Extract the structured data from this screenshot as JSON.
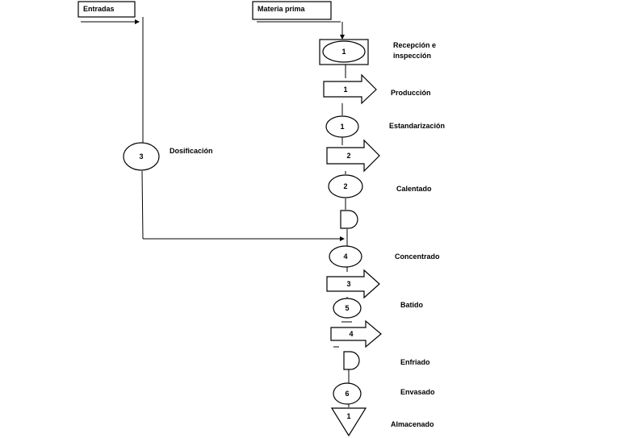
{
  "inputs": {
    "entradas": "Entradas",
    "materia_prima": "Materia prima"
  },
  "steps": [
    {
      "symbol": "1",
      "label_line1": "Recepción e",
      "label_line2": "inspección"
    },
    {
      "symbol": "1",
      "label": "Producción"
    },
    {
      "symbol": "1",
      "label": "Estandarización"
    },
    {
      "symbol": "2"
    },
    {
      "symbol": "2",
      "label": "Calentado"
    },
    {
      "symbol": "4",
      "label": "Concentrado"
    },
    {
      "symbol": "3"
    },
    {
      "symbol": "5",
      "label": "Batido"
    },
    {
      "symbol": "4"
    },
    {
      "label": "Enfriado"
    },
    {
      "symbol": "6",
      "label": "Envasado"
    },
    {
      "symbol": "1",
      "label": "Almacenado"
    }
  ],
  "side_operation": {
    "symbol": "3",
    "label": "Dosificación"
  }
}
